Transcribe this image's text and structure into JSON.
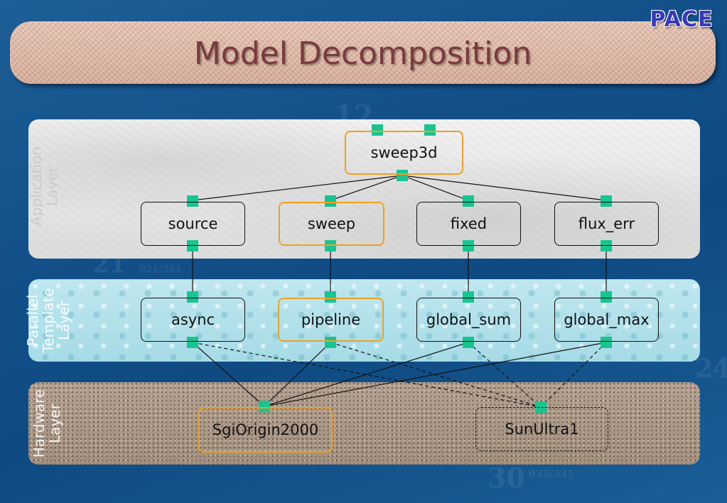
{
  "title": "Model Decomposition",
  "logo": "PACE",
  "background_numbers": [
    "12",
    "21",
    "24",
    "30",
    "035/335",
    "021/344"
  ],
  "layers": {
    "application": {
      "label_line1": "Application",
      "label_line2": "Layer"
    },
    "parallel": {
      "label_line1": "Parallel",
      "label_line2": "Template",
      "label_line3": "Layer"
    },
    "hardware": {
      "label_line1": "Hardware",
      "label_line2": "Layer"
    }
  },
  "nodes": {
    "sweep3d": "sweep3d",
    "source": "source",
    "sweep": "sweep",
    "fixed": "fixed",
    "flux_err": "flux_err",
    "async": "async",
    "pipeline": "pipeline",
    "global_sum": "global_sum",
    "global_max": "global_max",
    "sgiorigin2000": "SgiOrigin2000",
    "sunultra1": "SunUltra1"
  },
  "colors": {
    "highlight": "#f0a020",
    "port": "#18c490",
    "title_text": "#7a3a3e"
  }
}
